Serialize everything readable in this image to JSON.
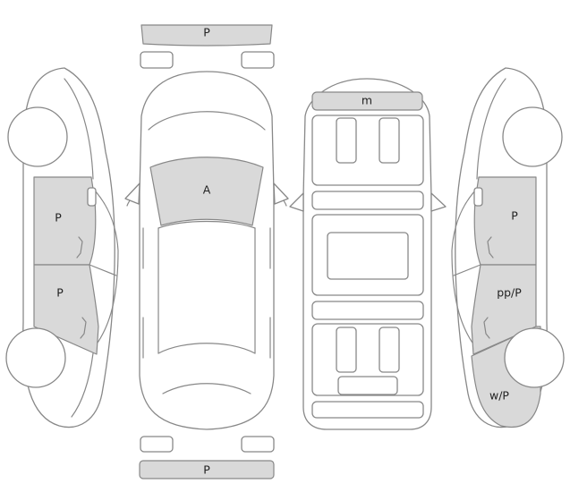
{
  "marks": {
    "front_bumper": "P",
    "windshield": "A",
    "roof_front": "m",
    "left_front_door": "P",
    "left_rear_door": "P",
    "right_front_door": "P",
    "right_rear_door": "pp/P",
    "right_rear_quarter": "w/P",
    "rear_bumper": "P"
  },
  "colors": {
    "outline": "#888888",
    "damage_fill": "#d9d9d9",
    "label": "#222222"
  }
}
